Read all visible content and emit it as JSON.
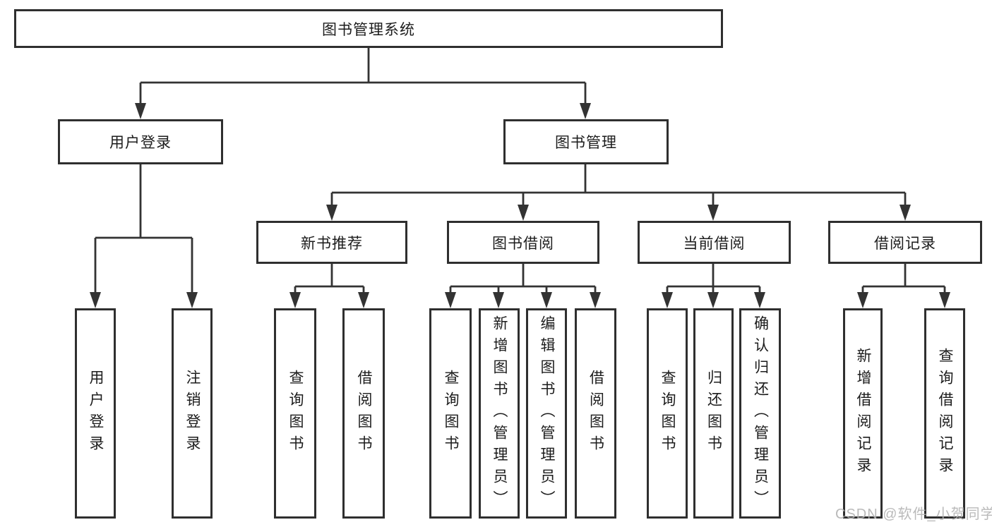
{
  "diagram": {
    "root": "图书管理系统",
    "level1": [
      {
        "label": "用户登录",
        "children": [
          "用户登录",
          "注销登录"
        ]
      },
      {
        "label": "图书管理"
      }
    ],
    "level2": [
      {
        "label": "新书推荐",
        "children": [
          "查询图书",
          "借阅图书"
        ]
      },
      {
        "label": "图书借阅",
        "children": [
          "查询图书",
          "新增图书（管理员）",
          "编辑图书（管理员）",
          "借阅图书"
        ]
      },
      {
        "label": "当前借阅",
        "children": [
          "查询图书",
          "归还图书",
          "确认归还（管理员）"
        ]
      },
      {
        "label": "借阅记录",
        "children": [
          "新增借阅记录",
          "查询借阅记录"
        ]
      }
    ]
  },
  "watermark": {
    "text": "CSDN @软件_小贺同学"
  },
  "colors": {
    "line": "#333333",
    "box_border": "#2f2f2f",
    "text": "#1c1c1c",
    "watermark": "#b3b3b3",
    "background": "#ffffff"
  }
}
